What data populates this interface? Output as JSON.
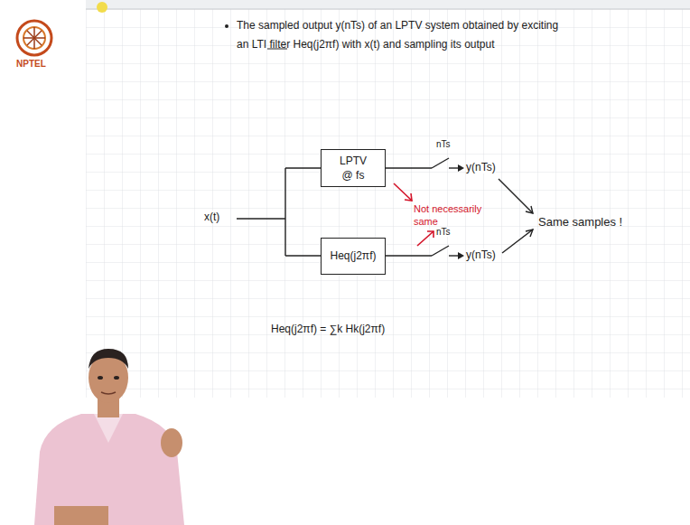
{
  "diagram": {
    "nodes": [
      {
        "text": [
          "LPTV @ fs"
        ]
      },
      {
        "text": [
          "Heq(j2πf)"
        ]
      }
    ],
    "labels": [
      "The sampled output y(nTs) of an LPTV system obtained by exciting an LTI filter Heq(j2πf) with x(t) and sampling its output",
      "x(t)",
      "nTs",
      "y(nTs)",
      "Not necessarily same",
      "nTs",
      "y(nTs)",
      "Same samples !",
      "Heq(j2πf) = ∑k Hk(j2πf)",
      "NPTEL"
    ]
  }
}
